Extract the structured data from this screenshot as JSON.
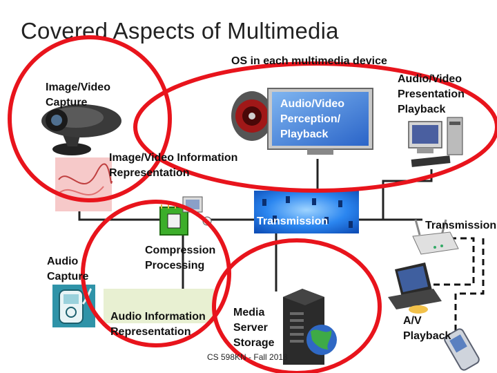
{
  "slide": {
    "title": "Covered Aspects of Multimedia",
    "footer": "CS 598KN - Fall 2018"
  },
  "labels": {
    "os": "OS in each multimedia device",
    "image_video_capture": [
      "Image/Video",
      "Capture"
    ],
    "av_perception": [
      "Audio/Video",
      "Perception/",
      "Playback"
    ],
    "av_presentation": [
      "Audio/Video",
      "Presentation",
      "Playback"
    ],
    "image_video_info": [
      "Image/Video Information",
      "Representation"
    ],
    "transmission_center": "Transmission",
    "transmission_right": "Transmission",
    "audio_capture": [
      "Audio",
      "Capture"
    ],
    "compression": [
      "Compression",
      "Processing"
    ],
    "audio_info": [
      "Audio Information",
      "Representation"
    ],
    "media_server": [
      "Media",
      "Server",
      "Storage"
    ],
    "av_playback": [
      "A/V",
      "Playback"
    ]
  },
  "colors": {
    "highlight_ellipse": "#e8141c",
    "connector_line": "#222222",
    "network_panel": "#1f6fe0",
    "chip_green": "#3cae2a"
  },
  "icons": [
    "webcam-icon",
    "speaker-icon",
    "tv-monitor-icon",
    "desktop-pc-icon",
    "chip-icon",
    "laptop-icon",
    "media-player-icon",
    "server-tower-icon",
    "globe-icon",
    "router-icon",
    "mobile-phone-icon"
  ]
}
